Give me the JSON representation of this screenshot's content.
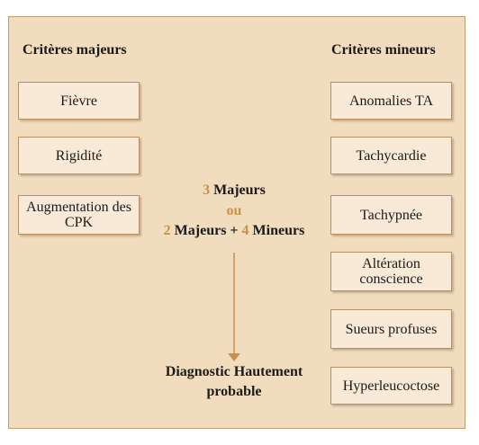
{
  "headings": {
    "major": "Critères majeurs",
    "minor": "Critères mineurs"
  },
  "major_criteria": [
    "Fièvre",
    "Rigidité",
    "Augmentation des CPK"
  ],
  "minor_criteria": [
    "Anomalies TA",
    "Tachycardie",
    "Tachypnée",
    "Altération conscience",
    "Sueurs profuses",
    "Hyperleucoctose"
  ],
  "rule": {
    "line1_count": "3",
    "line1_text": "Majeurs",
    "or": "ou",
    "line3_count_a": "2",
    "line3_text_a": "Majeurs +",
    "line3_count_b": "4",
    "line3_text_b": "Mineurs"
  },
  "result": {
    "line1": "Diagnostic Hautement",
    "line2": "probable"
  },
  "colors": {
    "panel_bg": "#f1ddbe",
    "box_bg": "#f8ead6",
    "accent": "#c8904a",
    "border": "#b88f64"
  }
}
